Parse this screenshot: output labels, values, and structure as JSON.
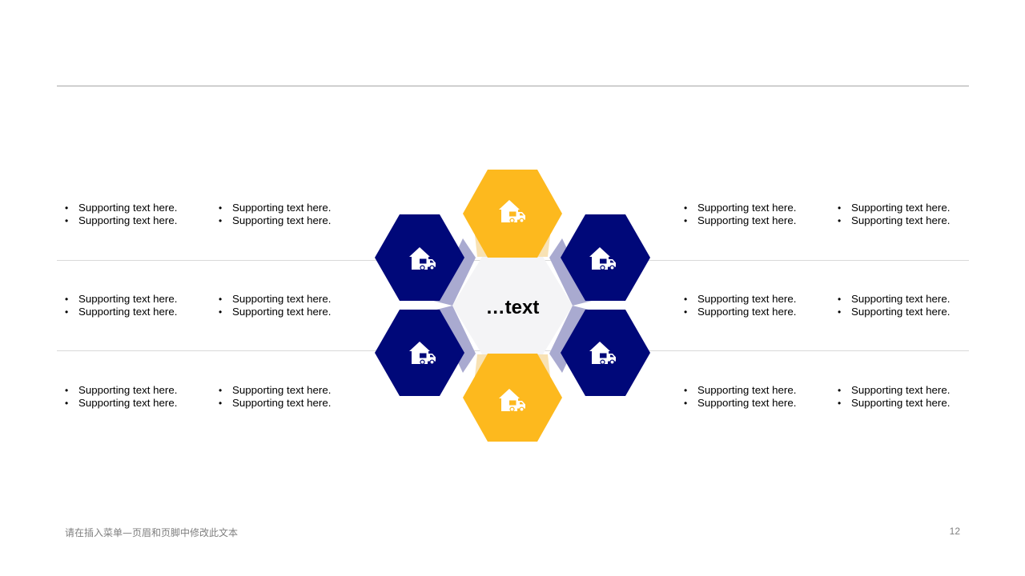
{
  "center": {
    "label": "…text"
  },
  "hexagons": [
    {
      "id": "top",
      "icon": "warehouse-truck-icon",
      "color": "#FDB91E"
    },
    {
      "id": "upper-left",
      "icon": "warehouse-truck-icon",
      "color": "#000879"
    },
    {
      "id": "upper-right",
      "icon": "warehouse-truck-icon",
      "color": "#000879"
    },
    {
      "id": "lower-left",
      "icon": "warehouse-truck-icon",
      "color": "#000879"
    },
    {
      "id": "lower-right",
      "icon": "warehouse-truck-icon",
      "color": "#000879"
    },
    {
      "id": "bottom",
      "icon": "warehouse-truck-icon",
      "color": "#FDB91E"
    }
  ],
  "text_blocks": {
    "left": [
      [
        [
          "Supporting text here.",
          "Supporting text here."
        ],
        [
          "Supporting text here.",
          "Supporting text here."
        ]
      ],
      [
        [
          "Supporting text here.",
          "Supporting text here."
        ],
        [
          "Supporting text here.",
          "Supporting text here."
        ]
      ],
      [
        [
          "Supporting text here.",
          "Supporting text here."
        ],
        [
          "Supporting text here.",
          "Supporting text here."
        ]
      ]
    ],
    "right": [
      [
        [
          "Supporting text here.",
          "Supporting text here."
        ],
        [
          "Supporting text here.",
          "Supporting text here."
        ]
      ],
      [
        [
          "Supporting text here.",
          "Supporting text here."
        ],
        [
          "Supporting text here.",
          "Supporting text here."
        ]
      ],
      [
        [
          "Supporting text here.",
          "Supporting text here."
        ],
        [
          "Supporting text here.",
          "Supporting text here."
        ]
      ]
    ]
  },
  "footer": {
    "text": "请在插入菜单—页眉和页脚中修改此文本",
    "page_number": "12"
  },
  "colors": {
    "navy": "#000879",
    "gold": "#FDB91E",
    "center_fill": "#F4F4F6",
    "connector_navy": "#A9AAD0",
    "connector_gold": "#F8E2B4"
  }
}
